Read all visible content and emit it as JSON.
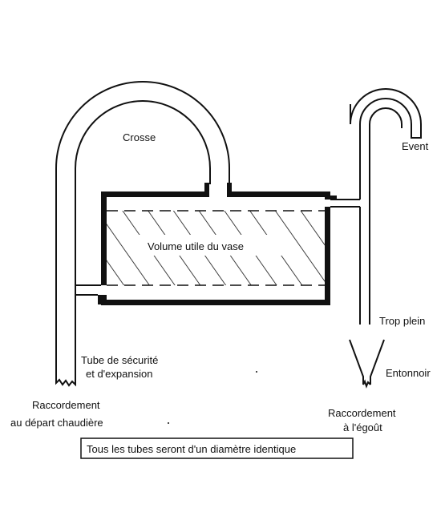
{
  "labels": {
    "crosse": "Crosse",
    "event": "Event",
    "volume": "Volume utile du vase",
    "trop_plein": "Trop plein",
    "entonnoir": "Entonnoir",
    "tube_line1": "Tube de sécurité",
    "tube_line2": "et d'expansion",
    "raccord_chaudiere_line1": "Raccordement",
    "raccord_chaudiere_line2": "au départ chaudière",
    "raccord_egout_line1": "Raccordement",
    "raccord_egout_line2": "à l'égoût",
    "note": "Tous les tubes seront d'un diamètre identique"
  },
  "colors": {
    "ink": "#111111",
    "background": "#ffffff"
  }
}
